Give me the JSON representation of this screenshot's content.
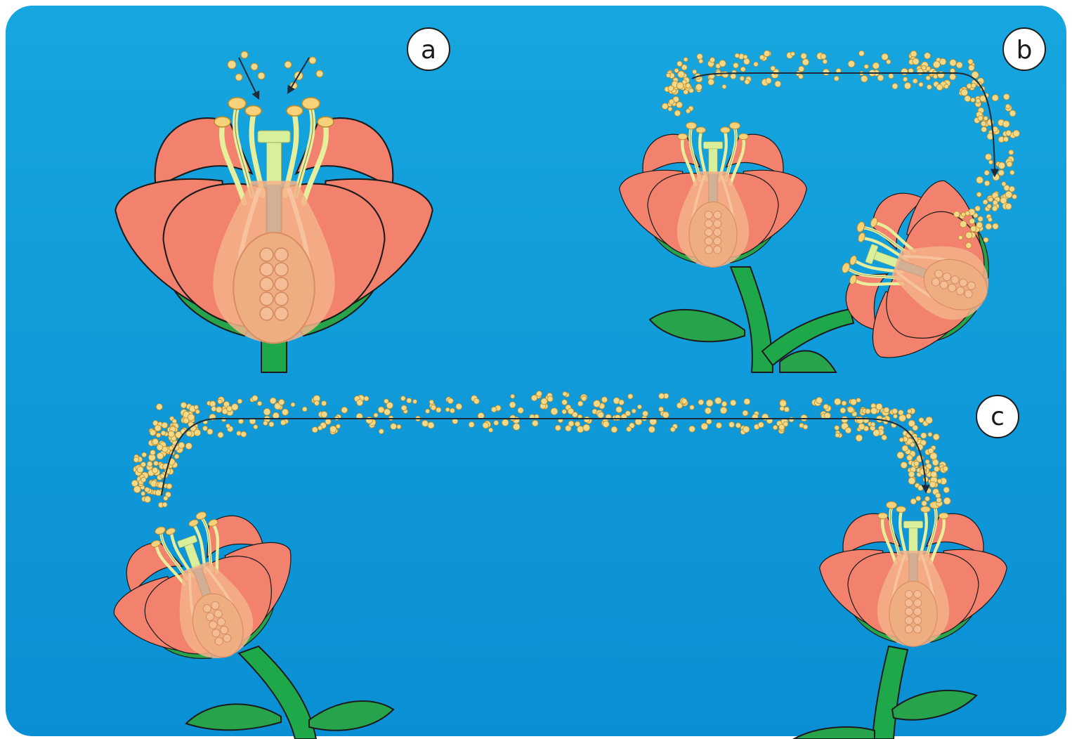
{
  "panel_labels": {
    "a": "a",
    "b": "b",
    "c": "c"
  },
  "colors": {
    "background_top": "#0ea3dc",
    "background_bottom": "#0a8fd4",
    "petal": "#f2826d",
    "petal_outline": "#1b1b1b",
    "ovary": "#f4b38a",
    "stamen": "#e8ef9c",
    "anther": "#f7d27a",
    "pollen": "#f3d98a",
    "stem": "#1fa84a",
    "leaf": "#27a34c",
    "arrow": "#1c2b3a"
  }
}
